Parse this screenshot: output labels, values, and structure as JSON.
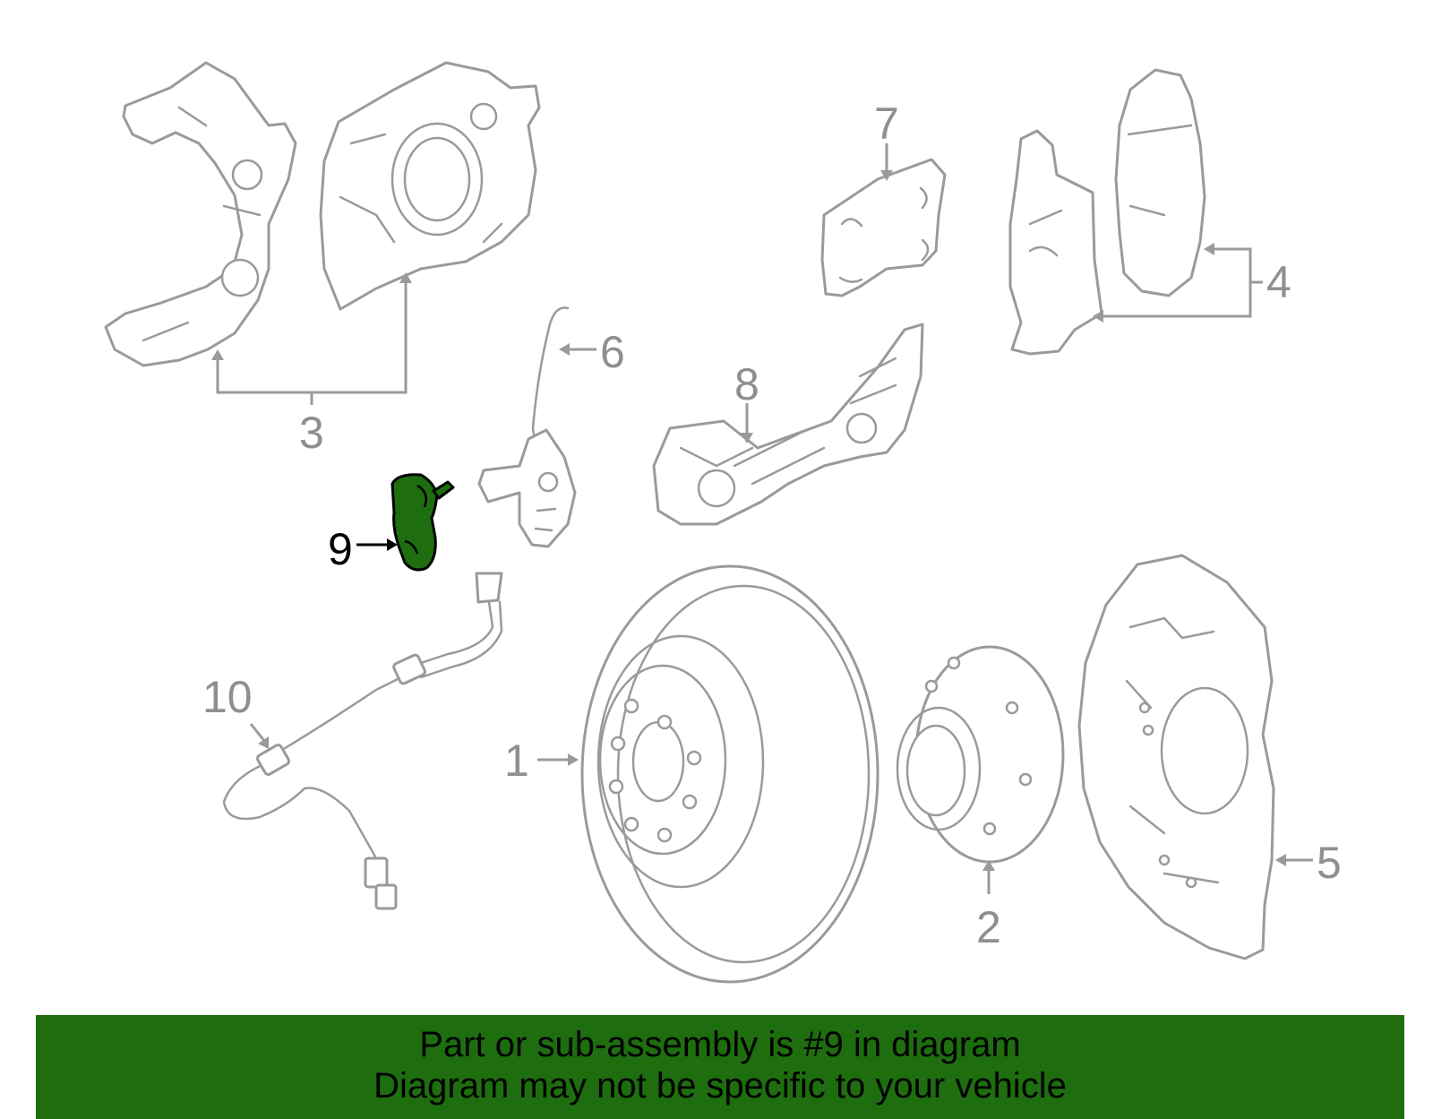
{
  "callouts": {
    "c1": "1",
    "c2": "2",
    "c3": "3",
    "c4": "4",
    "c5": "5",
    "c6": "6",
    "c7": "7",
    "c8": "8",
    "c9": "9",
    "c10": "10"
  },
  "highlighted_part": "9",
  "banner": {
    "line1": "Part or sub-assembly is #9 in diagram",
    "line2": "Diagram may not be specific to your vehicle"
  },
  "colors": {
    "highlight": "#1e6e0f",
    "line_art": "#9a9a9a",
    "active_callout": "#000000"
  }
}
